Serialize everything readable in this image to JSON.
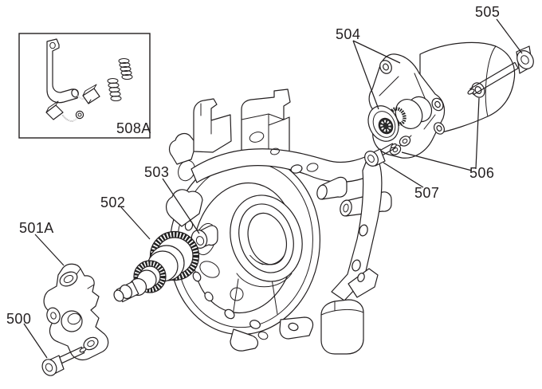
{
  "diagram": {
    "type": "exploded-parts-line-drawing",
    "colors": {
      "line": "#231f20",
      "shank_shade": "#b9b9b9",
      "dark_fill": "#9a9a9a",
      "background": "#ffffff"
    },
    "callouts": {
      "c500": "500",
      "c501a": "501A",
      "c502": "502",
      "c503": "503",
      "c504": "504",
      "c505": "505",
      "c506": "506",
      "c507": "507",
      "c508a": "508A"
    }
  }
}
